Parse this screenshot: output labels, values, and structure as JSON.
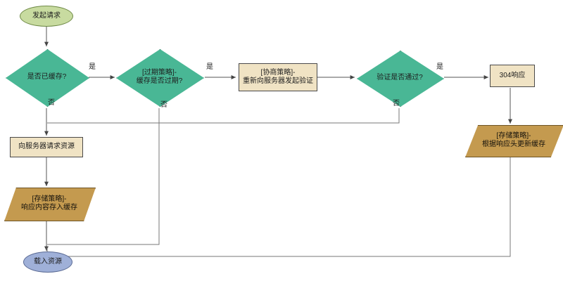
{
  "diagram": {
    "title_visible": false,
    "colors": {
      "start_fill": "#c8dba0",
      "start_stroke": "#6f8a46",
      "end_fill": "#9fb0d8",
      "end_stroke": "#5a6a94",
      "decision_fill": "#49b795",
      "decision_stroke": "#2f7a63",
      "process_fill": "#f0e3c4",
      "process_stroke": "#4a4a4a",
      "data_fill": "#c49a4f",
      "data_stroke": "#6d5325",
      "edge_stroke": "#555555",
      "text": "#1d1d1d",
      "background": "#ffffff"
    },
    "nodes": {
      "start": {
        "label": "发起请求",
        "shape": "terminator"
      },
      "is_cached": {
        "label": "是否已缓存?",
        "shape": "decision"
      },
      "is_expired": {
        "label": "[过期策略]-\n缓存是否过期?",
        "shape": "decision"
      },
      "revalidate": {
        "label": "[协商策略]-\n重新向服务器发起验证",
        "shape": "process"
      },
      "validate_pass": {
        "label": "验证是否通过?",
        "shape": "decision"
      },
      "resp_304": {
        "label": "304响应",
        "shape": "process"
      },
      "update_cache": {
        "label": "[存储策略]-\n根据响应头更新缓存",
        "shape": "data"
      },
      "request_server": {
        "label": "向服务器请求资源",
        "shape": "process"
      },
      "store_cache": {
        "label": "[存储策略]-\n响应内容存入缓存",
        "shape": "data"
      },
      "load_resource": {
        "label": "载入资源",
        "shape": "terminator"
      }
    },
    "edge_labels": {
      "cached_yes": "是",
      "cached_no": "否",
      "expired_yes": "是",
      "expired_no": "否",
      "validate_yes": "是",
      "validate_no": "否"
    }
  }
}
